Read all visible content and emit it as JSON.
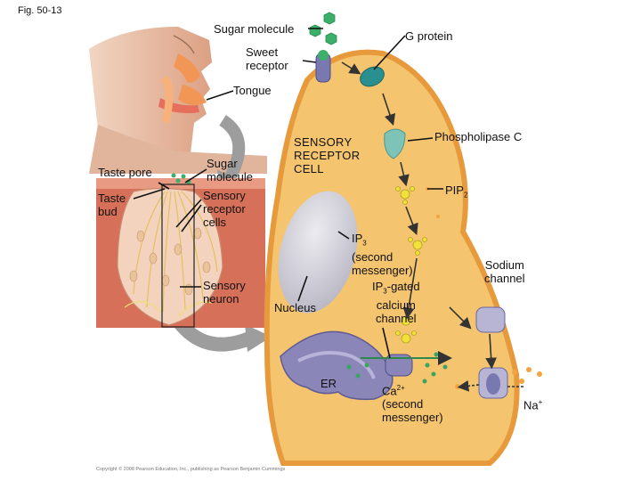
{
  "figure": {
    "number": "Fig. 50-13",
    "copyright": "Copyright © 2008 Pearson Education, Inc., publishing as Pearson Benjamin Cummings"
  },
  "labels": {
    "sugar_molecule_top": "Sugar molecule",
    "g_protein": "G protein",
    "sweet_receptor": [
      "Sweet",
      "receptor"
    ],
    "tongue": "Tongue",
    "taste_pore": "Taste pore",
    "taste_bud": [
      "Taste",
      "bud"
    ],
    "sugar_molecule_bud": [
      "Sugar",
      "molecule"
    ],
    "sensory_receptor_cells": [
      "Sensory",
      "receptor",
      "cells"
    ],
    "sensory_neuron": [
      "Sensory",
      "neuron"
    ],
    "sensory_receptor_cell": [
      "SENSORY",
      "RECEPTOR",
      "CELL"
    ],
    "phospholipase_c": "Phospholipase C",
    "pip2": {
      "main": "PIP",
      "sub": "2"
    },
    "ip3": {
      "main": "IP",
      "sub": "3",
      "rest": [
        "(second",
        "messenger)"
      ]
    },
    "ip3_gated": {
      "main": "IP",
      "sub": "3",
      "suffix": "-gated",
      "rest": [
        "calcium",
        "channel"
      ]
    },
    "nucleus": "Nucleus",
    "er": "ER",
    "ca2": {
      "main": "Ca",
      "sup": "2+",
      "rest": [
        "(second",
        "messenger)"
      ]
    },
    "sodium_channel": [
      "Sodium",
      "channel"
    ],
    "na": {
      "main": "Na",
      "sup": "+"
    }
  },
  "colors": {
    "cell_fill": "#f4c46e",
    "cell_membrane": "#e79a3c",
    "nucleus": "#d3d1d8",
    "er": "#8a86b8",
    "receptor": "#7a78b0",
    "g_protein": "#2a8f8f",
    "phospholipase": "#7dc3b8",
    "sugar_green": "#3caf6a",
    "ip3_yellow": "#f1e23a",
    "calcium_green": "#3aa55f",
    "sodium_orange": "#f4a340",
    "bud_pink": "#f3d3bd",
    "tongue_red": "#d16c5a",
    "face_skin": "#e7b497"
  }
}
